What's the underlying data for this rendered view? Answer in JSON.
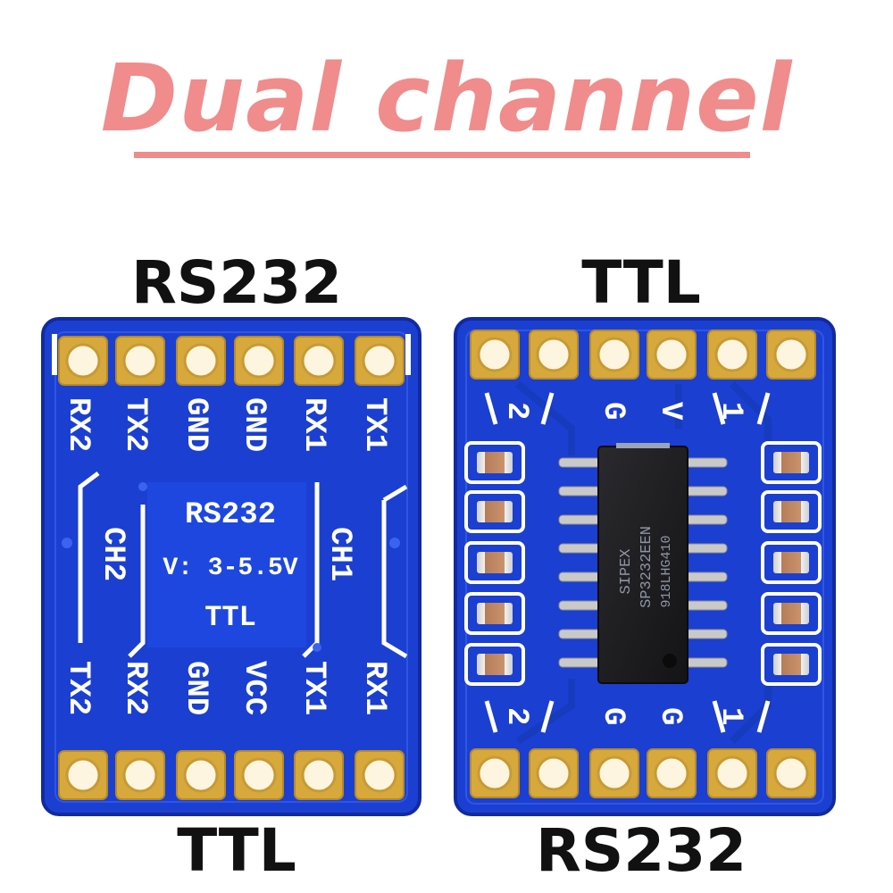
{
  "headline": "Dual channel",
  "labels": {
    "left_top": "RS232",
    "right_top": "TTL",
    "left_bottom": "TTL",
    "right_bottom": "RS232"
  },
  "left_board": {
    "top_pins": [
      "RX2",
      "TX2",
      "GND",
      "GND",
      "RX1",
      "TX1"
    ],
    "bottom_pins": [
      "TX2",
      "RX2",
      "GND",
      "VCC",
      "TX1",
      "RX1"
    ],
    "center_lines": [
      "RS232",
      "V: 3-5.5V",
      "TTL"
    ],
    "channel_left": "CH2",
    "channel_right": "CH1"
  },
  "right_board": {
    "top_marks": [
      "2",
      "G",
      "V",
      "1"
    ],
    "bottom_marks": [
      "2",
      "G",
      "G",
      "1"
    ],
    "chip_lines": [
      "SIPEX",
      "SP3232EEN",
      "918LHG410"
    ]
  },
  "colors": {
    "pcb_blue": "#1b3fd1",
    "pcb_dark": "#10279a",
    "gold": "#d7a93c",
    "headline_pink": "#f08c8c"
  }
}
